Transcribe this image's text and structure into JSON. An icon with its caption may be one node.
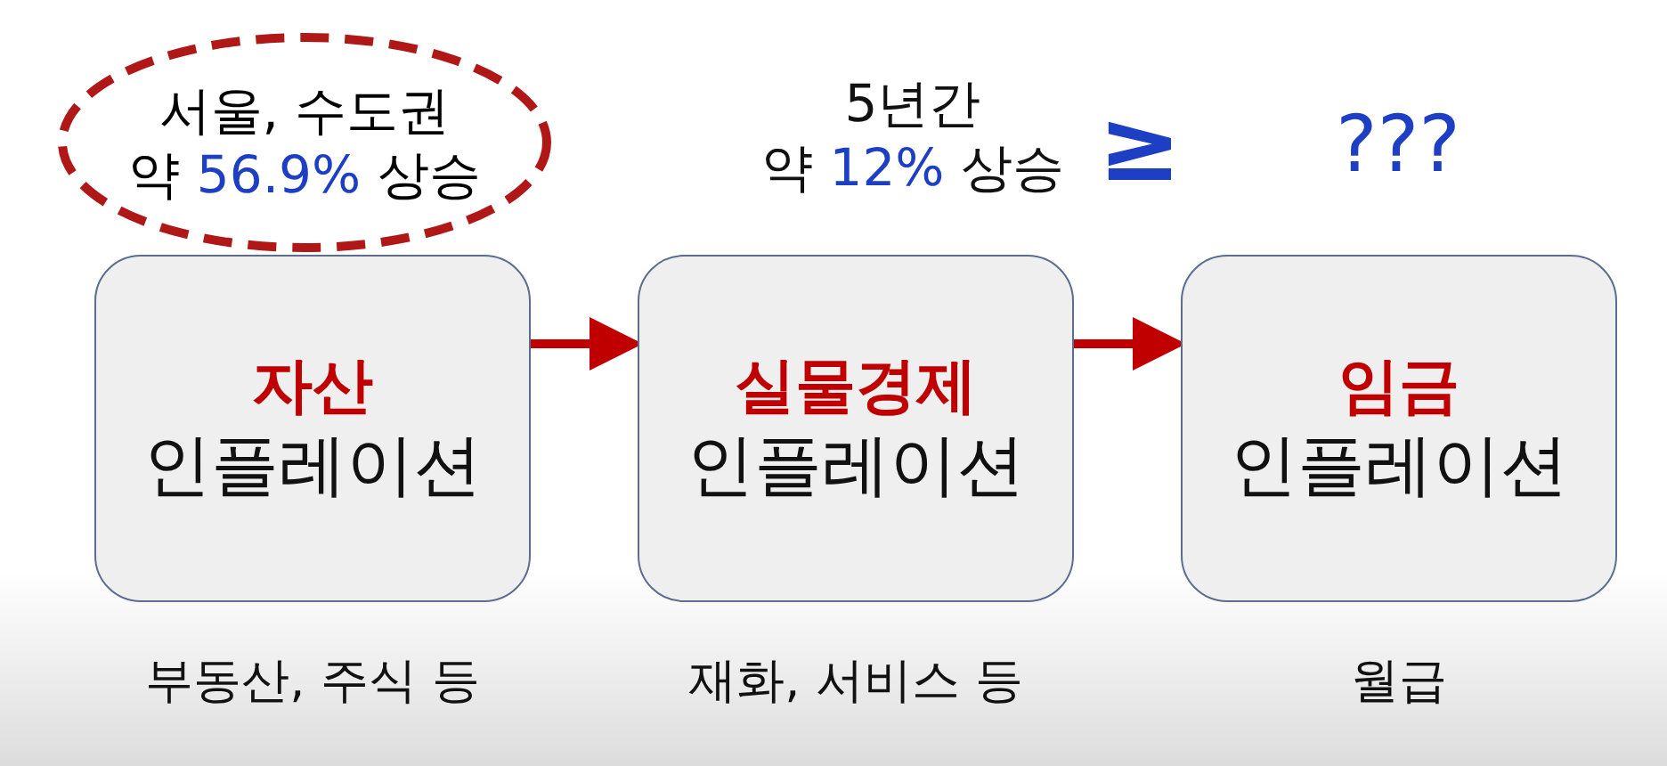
{
  "diagram": {
    "nodes": [
      {
        "text": [
          "서울, 수도권 약 56.9% 상승"
        ]
      },
      {
        "text": [
          "자산",
          "인플레이션"
        ],
        "beside": [
          "부동산, 주식 등"
        ]
      },
      {
        "text": [
          "실물경제",
          "인플레이션"
        ],
        "beside": [
          "재화, 서비스 등"
        ]
      },
      {
        "text": [
          "임금",
          "인플레이션"
        ],
        "beside": [
          "월급"
        ]
      }
    ],
    "edges": [
      {
        "from": 1,
        "to": 2,
        "arrow": "to"
      },
      {
        "from": 2,
        "to": 3,
        "arrow": "to"
      }
    ],
    "labels": [
      "5년간 약 12% 상승",
      "≥",
      "???"
    ]
  }
}
